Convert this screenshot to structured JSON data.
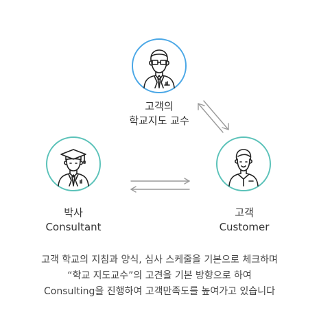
{
  "colors": {
    "professor_ring": "#4aa7e6",
    "teal_ring": "#5bc2b9",
    "arrow": "#9a9a9a",
    "icon_stroke": "#222222"
  },
  "nodes": {
    "professor": {
      "icon": "professor-glasses-icon",
      "line1": "고객의",
      "line2": "학교지도 교수"
    },
    "consultant": {
      "icon": "graduate-cap-icon",
      "line1": "박사",
      "line2": "Consultant"
    },
    "customer": {
      "icon": "customer-person-icon",
      "line1": "고객",
      "line2": "Customer"
    }
  },
  "description": {
    "line1": "고객 학교의 지침과 양식, 심사 스케줄을 기본으로 체크하며",
    "line2": "“학교 지도교수”의 고견을 기본 방향으로 하여",
    "line3": "Consulting을 진행하여 고객만족도를 높여가고 있습니다"
  }
}
